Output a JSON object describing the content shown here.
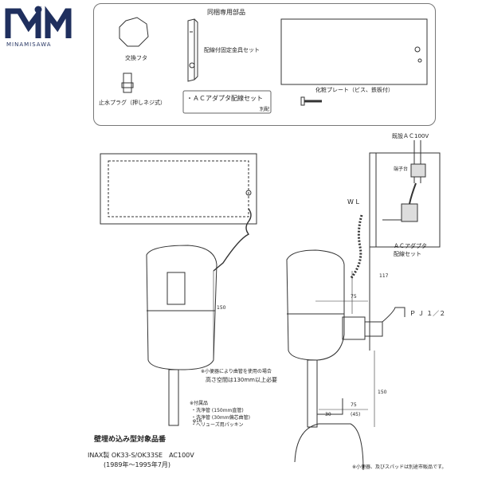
{
  "brand": {
    "name": "MINAMISAWA",
    "logo_color": "#1f2f5e"
  },
  "parts_box": {
    "title": "同梱専用部品",
    "cover": "交換フタ",
    "wiring_bracket": "配線付固定金具セット",
    "plug": "止水プラグ（押しネジ式）",
    "ac_adapter": "・ＡＣアダプタ配線セット",
    "separate": "別配",
    "cover_plate": "化粧プレート（ビス、鉄板付）"
  },
  "diagram": {
    "power": "既設ＡＣ100V",
    "terminal": "端子台",
    "wl": "W L",
    "ac_adapter_label": [
      "ＡＣアダプタ",
      "配線セット"
    ],
    "pj": "Ｐ Ｊ １／２",
    "dim_150_left": "150",
    "dim_117": "117",
    "dim_75_top": "75",
    "dim_150_right": "150",
    "dim_30": "30",
    "dim_75_bottom": "75",
    "dim_45": "(45)",
    "dim_phi16": "φ16",
    "note_space": [
      "※小便器により曲管を使用の場合",
      "高さ空間は130mm以上必要"
    ],
    "accessories": [
      "※付属品",
      "・洗浄管 (150mm直管)",
      "・洗浄管 (30mm偏芯曲管)",
      "・ヘリューズ用パッキン"
    ],
    "footnote": "※小便器、及びスパッドは別途市販品です。"
  },
  "footer": {
    "heading": "壁埋め込み型対象品番",
    "model": "INAX製 OK33-S/OK33SE　AC100V",
    "years": "(1989年～1995年7月)"
  }
}
